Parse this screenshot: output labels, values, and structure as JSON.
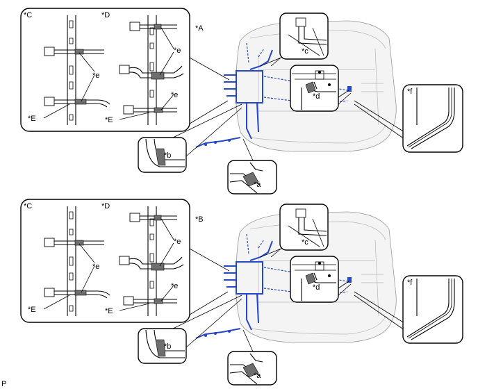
{
  "figure_label": "P",
  "views": [
    {
      "view_label": "*A",
      "labels": {
        "C": "*C",
        "D": "*D",
        "E_left": "*E",
        "E_right": "*E",
        "e1": "*e",
        "e2": "*e",
        "e3": "*e",
        "a": "*a",
        "b": "*b",
        "c": "*c",
        "d": "*d",
        "f": "*f"
      }
    },
    {
      "view_label": "*B",
      "labels": {
        "C": "*C",
        "D": "*D",
        "E_left": "*E",
        "E_right": "*E",
        "e1": "*e",
        "e2": "*e",
        "e3": "*e",
        "a": "*a",
        "b": "*b",
        "c": "*c",
        "d": "*d",
        "f": "*f"
      }
    }
  ],
  "colors": {
    "wire": "#2448c8",
    "tape": "#6e6e6e",
    "car_body": "#f4f4f4"
  }
}
